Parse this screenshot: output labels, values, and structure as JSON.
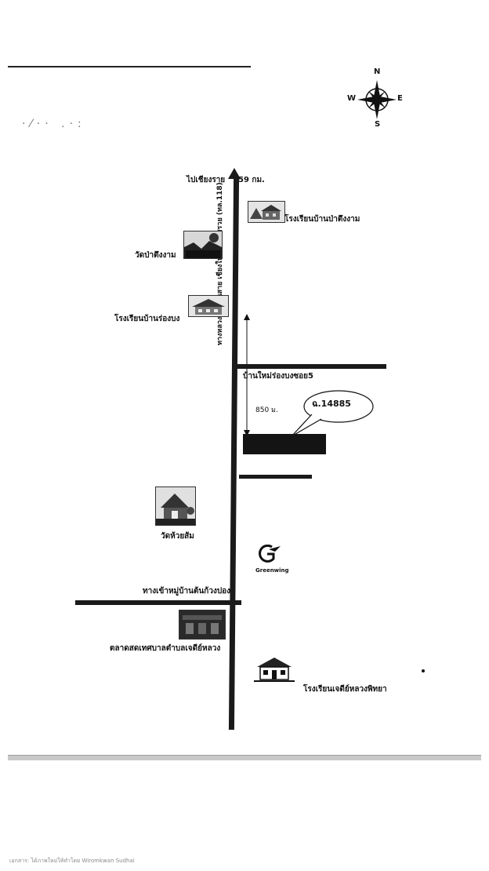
{
  "compass": {
    "n": "N",
    "s": "S",
    "e": "E",
    "w": "W",
    "icon": "compass-rose-icon"
  },
  "labels": {
    "to_chiang_rai": "ไปเชียงราย",
    "distance_km": "59 กม.",
    "school_ban_pa_tueng_ngam": "โรงเรียนบ้านป่าตึงงาม",
    "wat_pa_tueng_ngam": "วัดป่าตึงงาม",
    "school_ban_rong_bong": "โรงเรียนบ้านร่องบง",
    "road_name": "ทางหลวงแผ่นดินสาย เชียงใหม่ – แม่สรวย (ทล.118)",
    "junction": "บ้านใหม่ร่องบงซอย5",
    "distance_m": "850 ม.",
    "plot_number": "ฉ.14885",
    "wat_huai_som": "วัดห้วยส้ม",
    "greenwing": "Greenwing",
    "entrance_village": "ทางเข้าหมู่บ้านต้นก้วงปอง",
    "market": "ตลาดสดเทศบาลตำบลเจดีย์หลวง",
    "school_chedi_luang": "โรงเรียนเจดีย์หลวงพิทยา"
  },
  "footer": {
    "credit": "เอกสาร: ได้ภาพใหม่ให้ทำโดย Wiromkwan Sudhai"
  },
  "colors": {
    "ink": "#1a1a1a",
    "paper": "#ffffff",
    "divider": "#c9c9c9"
  }
}
